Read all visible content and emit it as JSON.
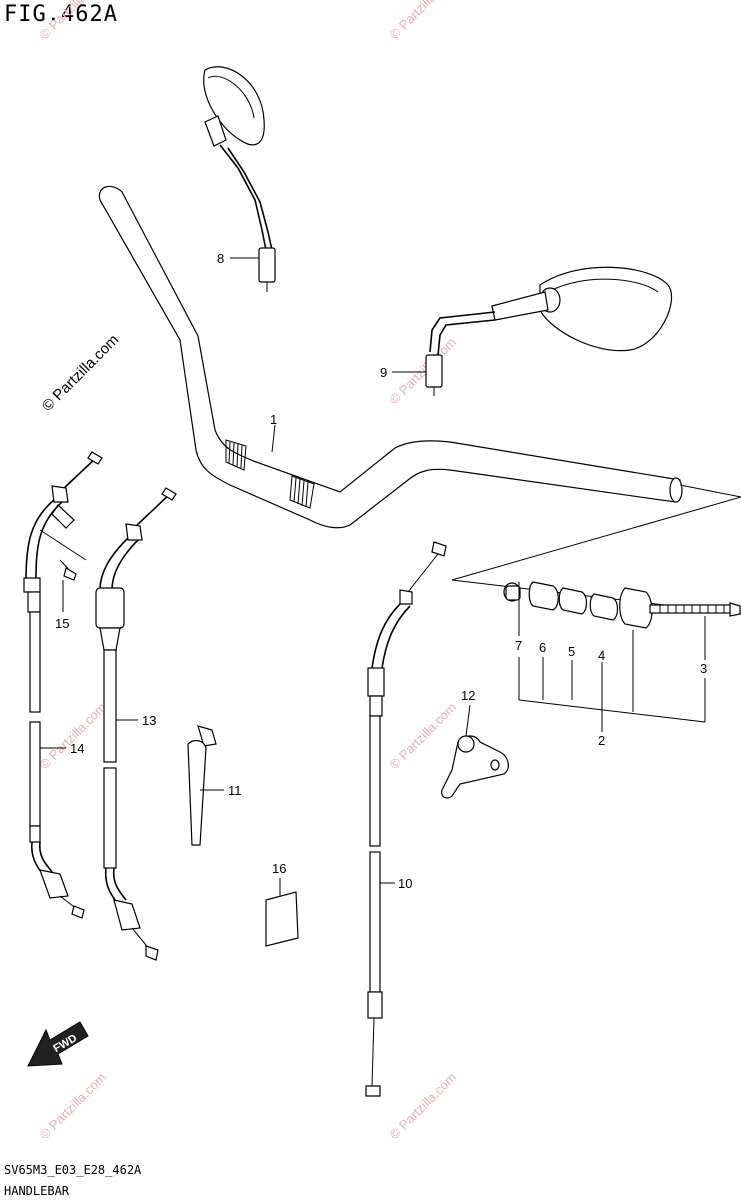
{
  "figure": {
    "title": "FIG.462A"
  },
  "footer": {
    "code": "SV65M3_E03_E28_462A",
    "name": "HANDLEBAR"
  },
  "watermark": {
    "text": "© Partzilla.com",
    "color": "#e6b3b3"
  },
  "fwd_label": "FWD",
  "callouts": [
    {
      "id": "1",
      "label": "1"
    },
    {
      "id": "2",
      "label": "2"
    },
    {
      "id": "3",
      "label": "3"
    },
    {
      "id": "4",
      "label": "4"
    },
    {
      "id": "5",
      "label": "5"
    },
    {
      "id": "6",
      "label": "6"
    },
    {
      "id": "7",
      "label": "7"
    },
    {
      "id": "8",
      "label": "8"
    },
    {
      "id": "9",
      "label": "9"
    },
    {
      "id": "10",
      "label": "10"
    },
    {
      "id": "11",
      "label": "11"
    },
    {
      "id": "12",
      "label": "12"
    },
    {
      "id": "13",
      "label": "13"
    },
    {
      "id": "14",
      "label": "14"
    },
    {
      "id": "15",
      "label": "15"
    },
    {
      "id": "16",
      "label": "16"
    }
  ]
}
